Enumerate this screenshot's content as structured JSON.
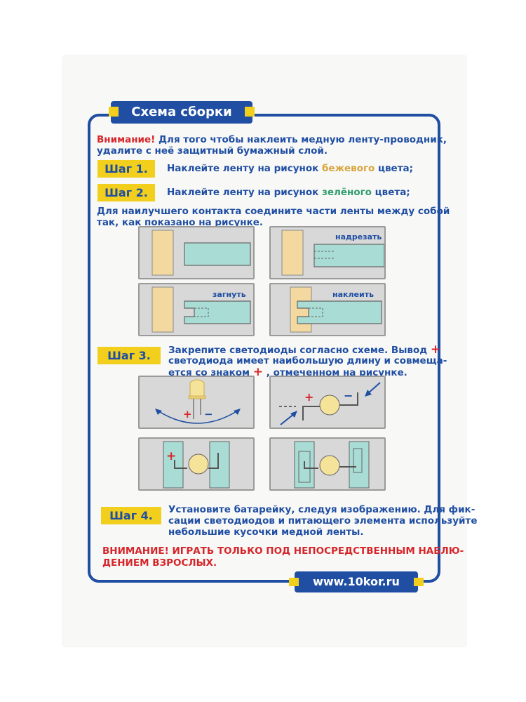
{
  "header": {
    "title": "Схема сборки"
  },
  "intro": {
    "label": "Внимание!",
    "line1": " Для того чтобы наклеить медную ленту-проводник,",
    "line2": "удалите с неё защитный  бумажный слой."
  },
  "steps": [
    {
      "badge": "Шаг 1.",
      "text_pre": "Наклейте ленту на рисунок ",
      "highlight": "бежевого",
      "text_post": " цвета;"
    },
    {
      "badge": "Шаг 2.",
      "text_pre": "Наклейте ленту на рисунок ",
      "highlight": "зелёного",
      "text_post": " цвета;"
    },
    {
      "badge": "Шаг 3.",
      "line1": "Закрепите светодиоды согласно схеме. Вывод ",
      "line2": "светодиода имеет наибольшую длину и совмеща-",
      "line3_pre": "ется со знаком ",
      "line3_post": " , отмеченном на рисунке.",
      "plus": "+"
    },
    {
      "badge": "Шаг 4.",
      "line1": "Установите батарейку, следуя изображению.  Для фик-",
      "line2": "сации светодиодов и питающего элемента используйте",
      "line3": "небольшие кусочки медной ленты."
    }
  ],
  "contact": {
    "line1": "Для наилучшего контакта соедините части ленты между собой",
    "line2": "так, как показано на рисунке."
  },
  "tape_diagrams": {
    "cut": "надрезать",
    "fold": "загнуть",
    "stick": "наклеить"
  },
  "led_diagrams": {
    "plus": "+",
    "minus": "−"
  },
  "warning": {
    "line1": "ВНИМАНИЕ! ИГРАТЬ ТОЛЬКО ПОД НЕПОСРЕДСТВЕННЫМ НАБЛЮ-",
    "line2": "ДЕНИЕМ ВЗРОСЛЫХ."
  },
  "footer": {
    "url": "www.10kor.ru"
  },
  "colors": {
    "blue": "#1f4ea3",
    "yellow": "#f2cf1c",
    "beige": "#f3d9a0",
    "teal": "#a8dcd4",
    "red": "#d7262b",
    "panel": "#d8d8d8"
  }
}
